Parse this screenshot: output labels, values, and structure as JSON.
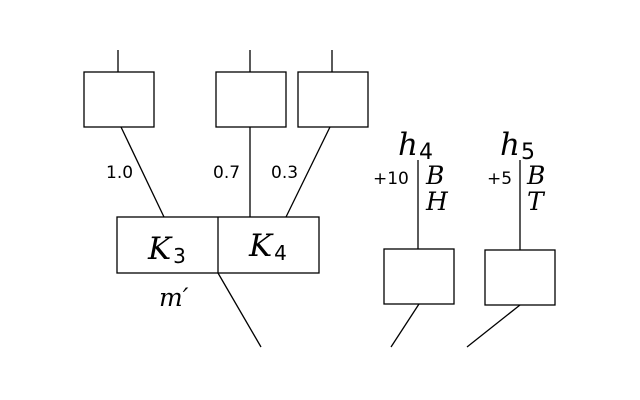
{
  "edge_weights": {
    "left": "1.0",
    "middle": "0.7",
    "right": "0.3"
  },
  "combined_box": {
    "k3": {
      "symbol": "K",
      "index": "3"
    },
    "k4": {
      "symbol": "K",
      "index": "4"
    },
    "m_label": "m′"
  },
  "h4": {
    "symbol": "h",
    "index": "4",
    "modifier": "+10",
    "letters": [
      "B",
      "H"
    ]
  },
  "h5": {
    "symbol": "h",
    "index": "5",
    "modifier": "+5",
    "letters": [
      "B",
      "T"
    ]
  }
}
